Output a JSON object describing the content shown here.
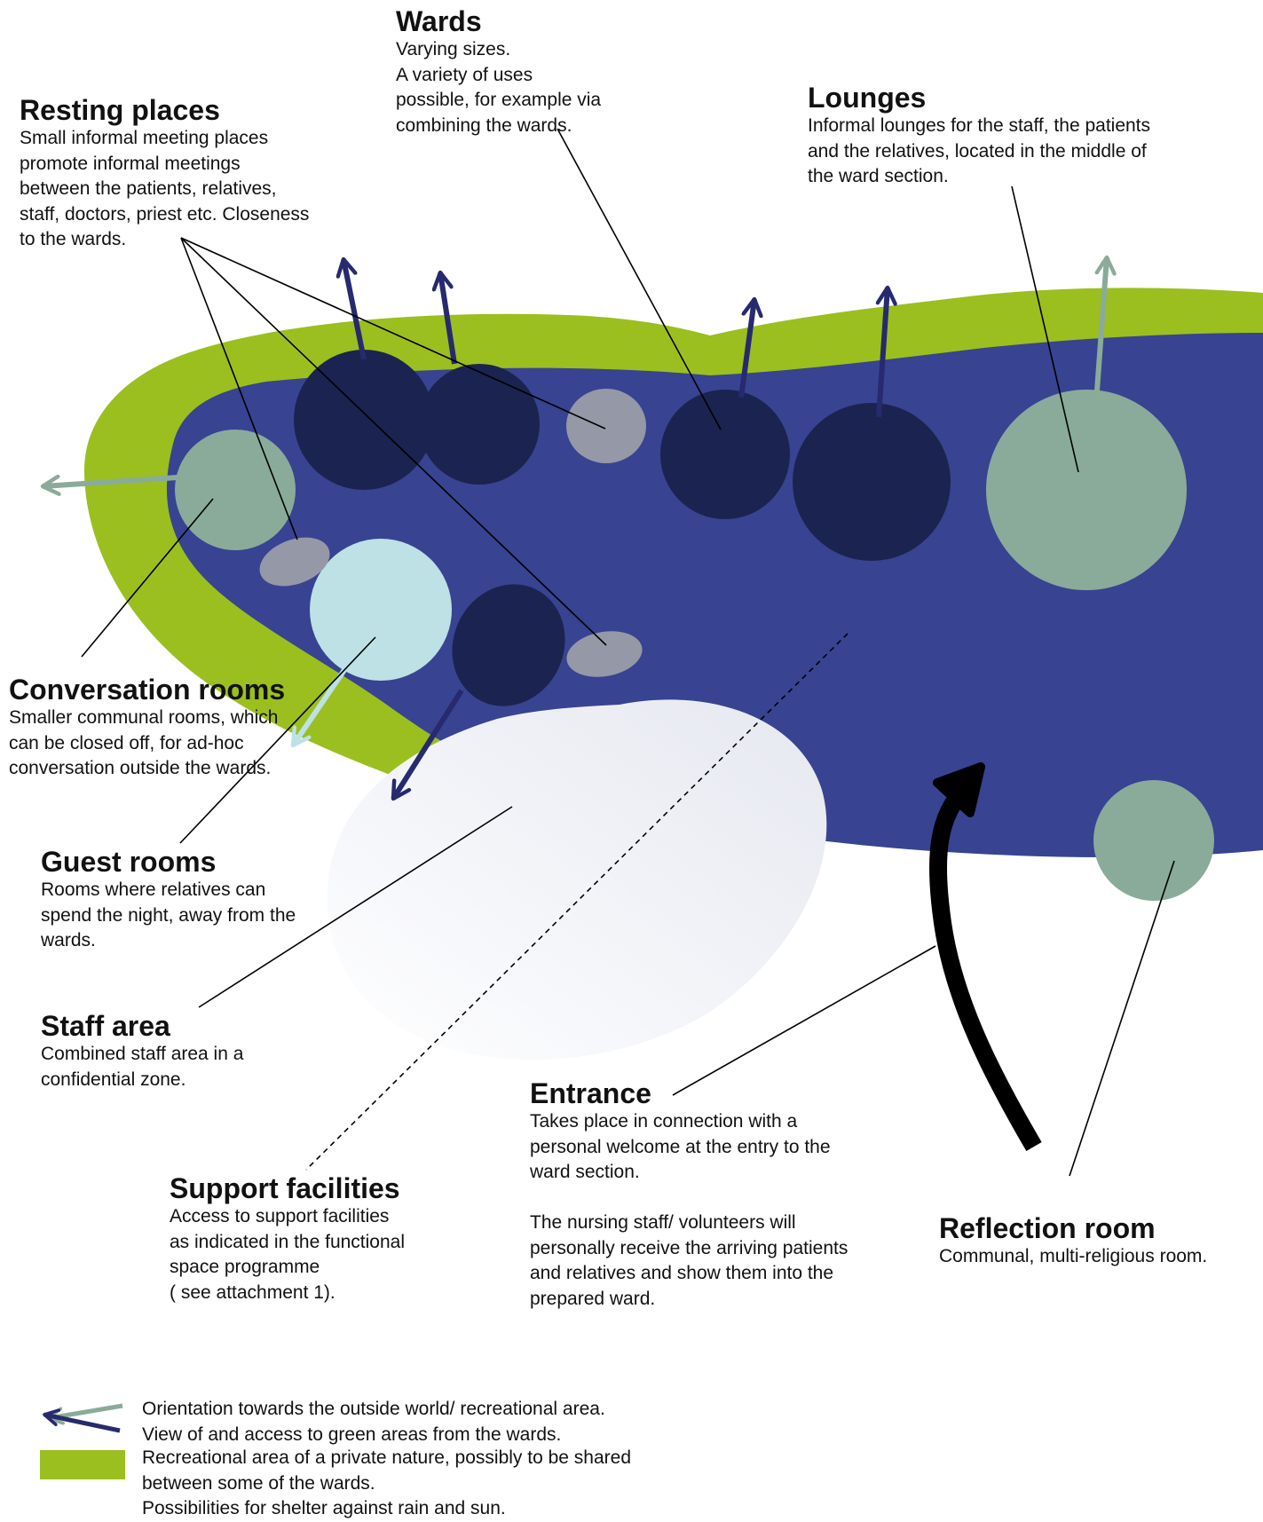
{
  "colors": {
    "recreational_green": "#9bbf1e",
    "ward_section_blue": "#384392",
    "ward_dark_navy": "#1b2350",
    "lounge_sage": "#8aab9a",
    "resting_grey": "#9598a6",
    "guest_room_lightblue": "#bde1e4",
    "staff_area_white": "#eef0f5",
    "arrow_navy": "#272a6e",
    "arrow_sage": "#8aab9a",
    "entrance_arrow": "#000000"
  },
  "labels": {
    "wards": {
      "title": "Wards",
      "text": "Varying sizes.\nA variety of uses\npossible, for example via\ncombining the wards."
    },
    "resting_places": {
      "title": "Resting places",
      "text": "Small informal meeting places\npromote informal meetings\nbetween the patients, relatives,\nstaff, doctors, priest etc. Closeness\nto the wards."
    },
    "lounges": {
      "title": "Lounges",
      "text": "Informal lounges for the staff, the patients\nand the relatives, located in the middle of\nthe ward section."
    },
    "conversation_rooms": {
      "title": "Conversation rooms",
      "text": "Smaller communal rooms, which\ncan be closed off,  for ad-hoc\nconversation outside the wards."
    },
    "guest_rooms": {
      "title": "Guest rooms",
      "text": "Rooms where relatives can\nspend the night, away from the\nwards."
    },
    "staff_area": {
      "title": "Staff area",
      "text": "Combined staff area in a\nconfidential zone."
    },
    "entrance": {
      "title": "Entrance",
      "text": "Takes place in connection with a\npersonal welcome at the entry to the\nward section.\n\nThe nursing staff/ volunteers will\npersonally receive the arriving patients\nand relatives and show them into the\nprepared ward."
    },
    "support_facilities": {
      "title": "Support facilities",
      "text": "Access to support facilities\nas indicated in the functional\nspace programme\n        ( see attachment 1)."
    },
    "reflection_room": {
      "title": "Reflection room",
      "text": "Communal, multi-religious room."
    }
  },
  "legend": {
    "arrows_text": "Orientation towards the outside world/ recreational area.\nView of and access  to green areas from the wards.",
    "green_text": "Recreational area of a private nature, possibly to be shared\nbetween some of the wards.\nPossibilities for shelter against rain and sun."
  }
}
